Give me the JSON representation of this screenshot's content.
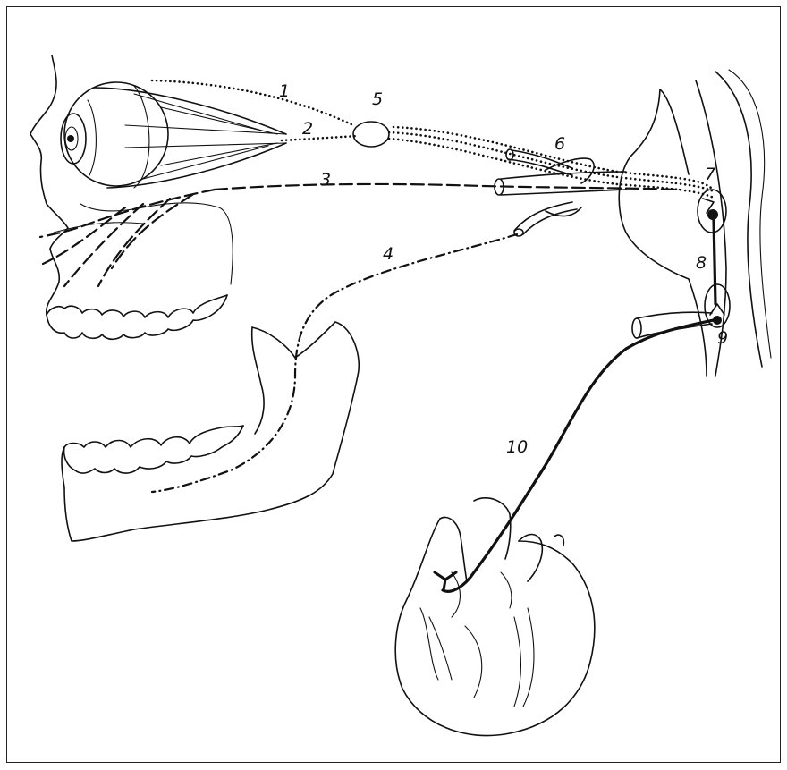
{
  "diagram": {
    "labels": [
      "1",
      "2",
      "3",
      "4",
      "5",
      "6",
      "7",
      "8",
      "9",
      "10"
    ],
    "line_color": "#111111",
    "background": "#ffffff"
  }
}
